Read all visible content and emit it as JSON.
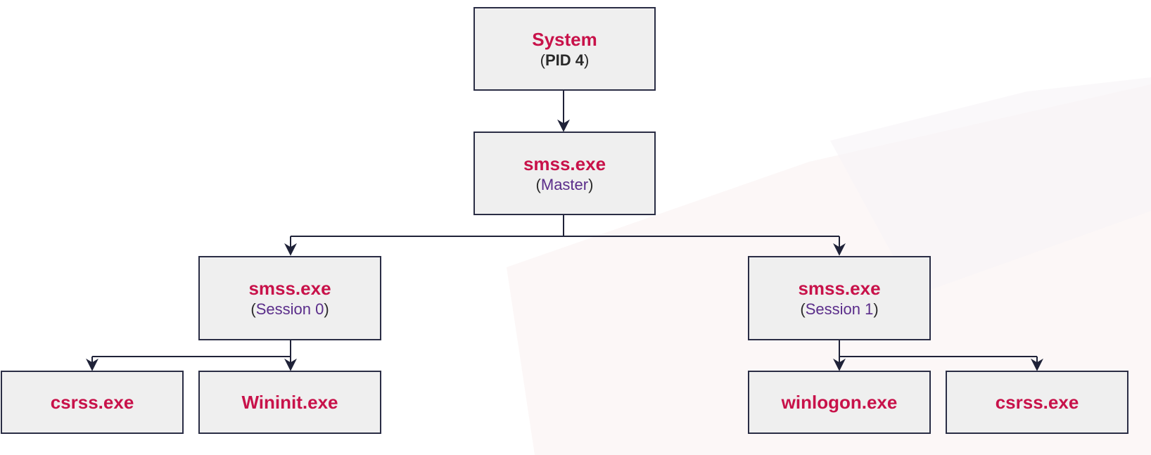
{
  "diagram": {
    "nodes": [
      {
        "id": "system",
        "title": "System",
        "sub": "PID 4",
        "sub_style": "plain"
      },
      {
        "id": "smss-master",
        "title": "smss.exe",
        "sub": "Master",
        "sub_style": "accent"
      },
      {
        "id": "smss-session0",
        "title": "smss.exe",
        "sub": "Session 0",
        "sub_style": "accent"
      },
      {
        "id": "smss-session1",
        "title": "smss.exe",
        "sub": "Session 1",
        "sub_style": "accent"
      },
      {
        "id": "csrss-session0",
        "title": "csrss.exe"
      },
      {
        "id": "wininit",
        "title": "Wininit.exe"
      },
      {
        "id": "winlogon",
        "title": "winlogon.exe"
      },
      {
        "id": "csrss-session1",
        "title": "csrss.exe"
      }
    ],
    "edges": [
      {
        "from": "system",
        "to": "smss-master"
      },
      {
        "from": "smss-master",
        "to": "smss-session0"
      },
      {
        "from": "smss-master",
        "to": "smss-session1"
      },
      {
        "from": "smss-session0",
        "to": "csrss-session0"
      },
      {
        "from": "smss-session0",
        "to": "wininit"
      },
      {
        "from": "smss-session1",
        "to": "winlogon"
      },
      {
        "from": "smss-session1",
        "to": "csrss-session1"
      }
    ]
  },
  "colors": {
    "title": "#c8124a",
    "accent_sub": "#5a2d8a",
    "box_fill": "#efefef",
    "box_border": "#2a2d45",
    "line": "#1f2238"
  }
}
